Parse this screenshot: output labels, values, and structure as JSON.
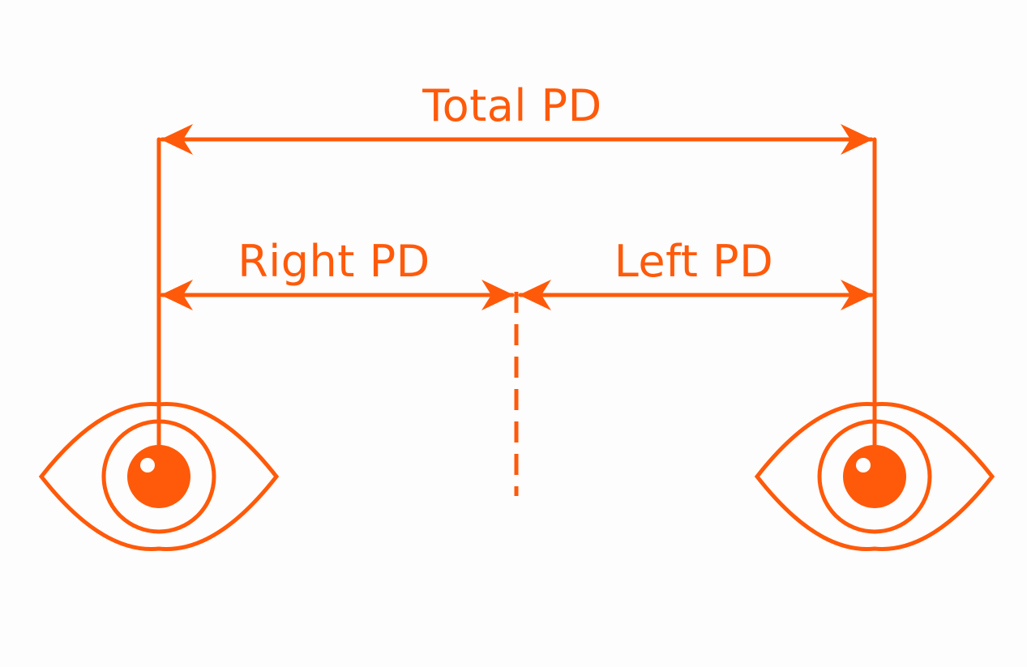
{
  "colors": {
    "accent": "#ff5a0a",
    "background": "#fdfdfd"
  },
  "labels": {
    "total": "Total PD",
    "right": "Right PD",
    "left": "Left PD"
  },
  "icons": {
    "right_eye": "eye-icon",
    "left_eye": "eye-icon"
  }
}
